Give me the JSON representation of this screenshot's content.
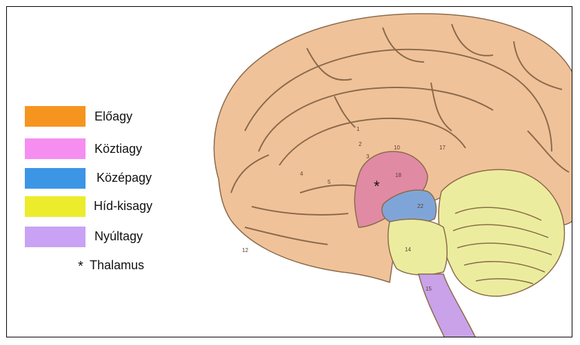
{
  "legend": {
    "items": [
      {
        "label": "Előagy",
        "color": "#f5951f"
      },
      {
        "label": "Köztiagy",
        "color": "#f58ef0"
      },
      {
        "label": "Középagy",
        "color": "#3d95e6"
      },
      {
        "label": "Híd-kisagy",
        "color": "#ecec2c"
      },
      {
        "label": "Nyúltagy",
        "color": "#c9a2f5"
      }
    ],
    "star_symbol": "*",
    "star_label": "Thalamus"
  },
  "figure": {
    "region_colors": {
      "forebrain": "#f0c29a",
      "diencephalon": "#e08aa4",
      "midbrain": "#7fa5d8",
      "pons_cerebellum": "#ecec9e",
      "medulla": "#c9a2ea",
      "outline": "#8a6a4a"
    },
    "thalamus_mark": "*",
    "structure_numbers": [
      "1",
      "2",
      "3",
      "4",
      "5",
      "10",
      "12",
      "14",
      "15",
      "17",
      "18",
      "22"
    ]
  }
}
